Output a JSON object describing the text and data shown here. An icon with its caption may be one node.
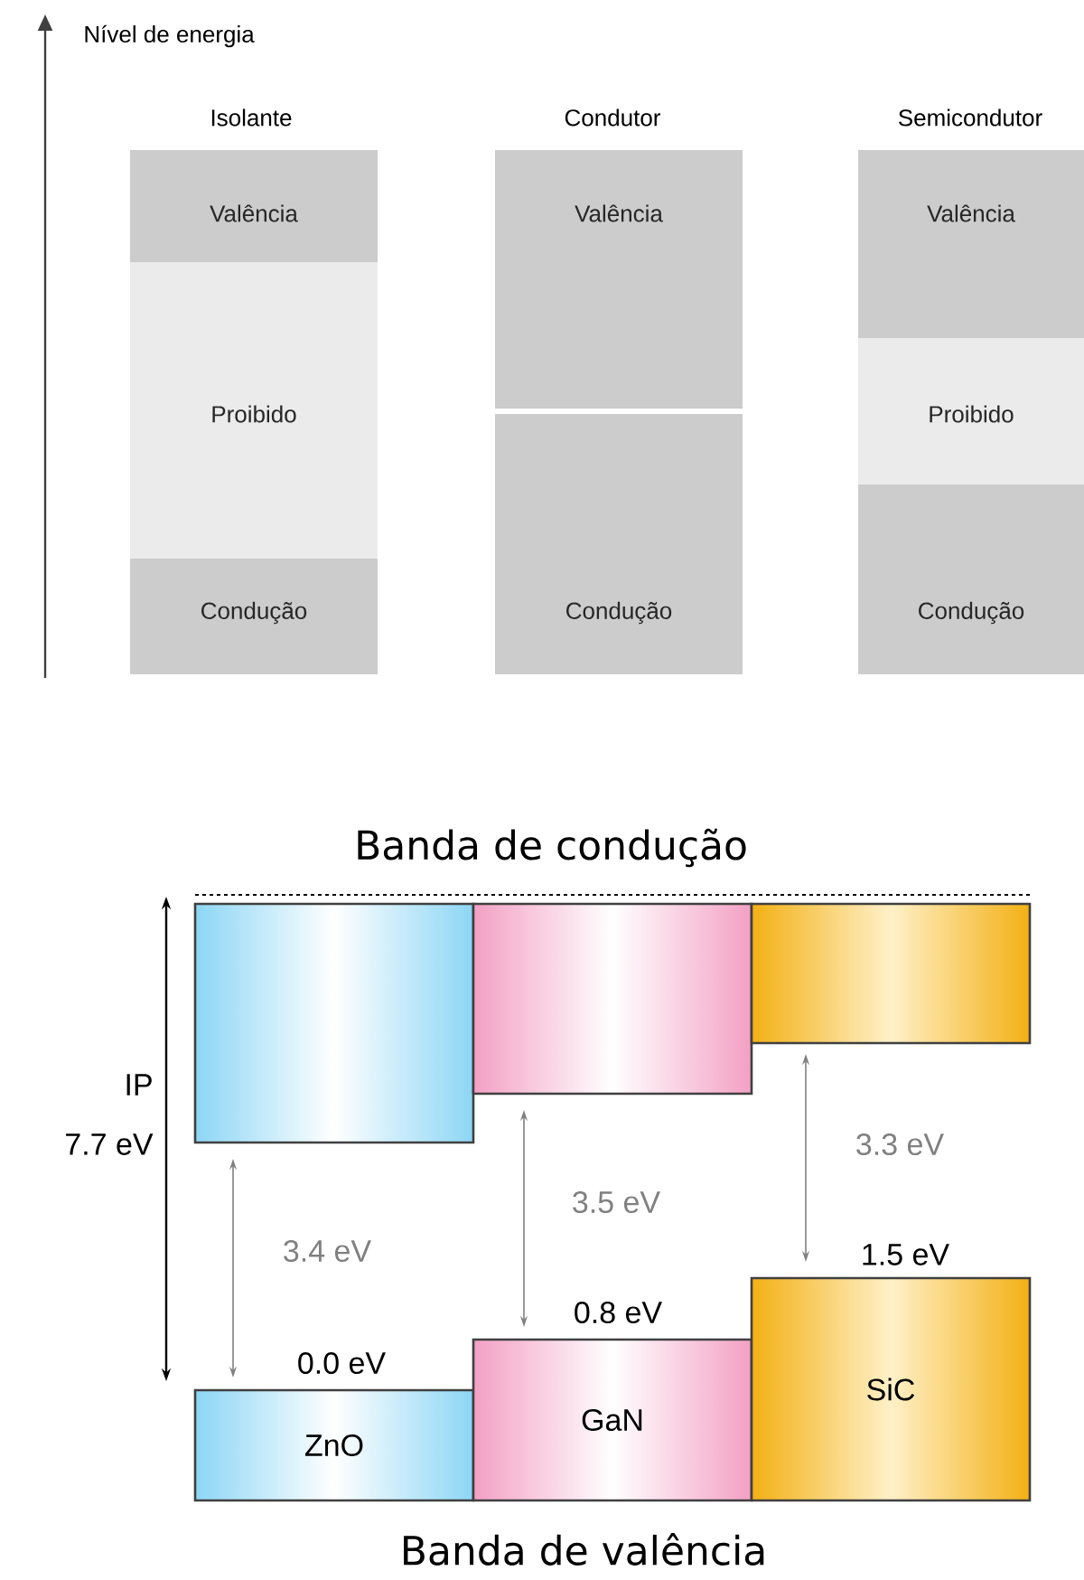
{
  "diagram": {
    "nodes": [
      {
        "text": [
          "Valência"
        ]
      },
      {
        "text": [
          "Proibido"
        ]
      },
      {
        "text": [
          "Condução"
        ]
      },
      {
        "text": [
          "Valência"
        ]
      },
      {
        "text": [
          "Condução"
        ]
      },
      {
        "text": [
          "Valência"
        ]
      },
      {
        "text": [
          "Proibido"
        ]
      },
      {
        "text": [
          "Condução"
        ]
      },
      {
        "text": [],
        "shape": "box"
      },
      {
        "text": [],
        "shape": "box"
      },
      {
        "text": [],
        "shape": "box"
      },
      {
        "text": [
          "ZnO"
        ],
        "beside": [
          "0.0 eV"
        ]
      },
      {
        "text": [
          "GaN"
        ],
        "beside": [
          "0.8 eV"
        ]
      },
      {
        "text": [
          "SiC"
        ],
        "beside": [
          "1.5 eV"
        ]
      }
    ],
    "labels": [
      "Nível de energia",
      "Isolante",
      "Condutor",
      "Semicondutor",
      "Banda de condução",
      "IP",
      "7.7 eV",
      "3.3 eV",
      "3.5 eV",
      "3.4 eV",
      "Banda de valência"
    ]
  }
}
